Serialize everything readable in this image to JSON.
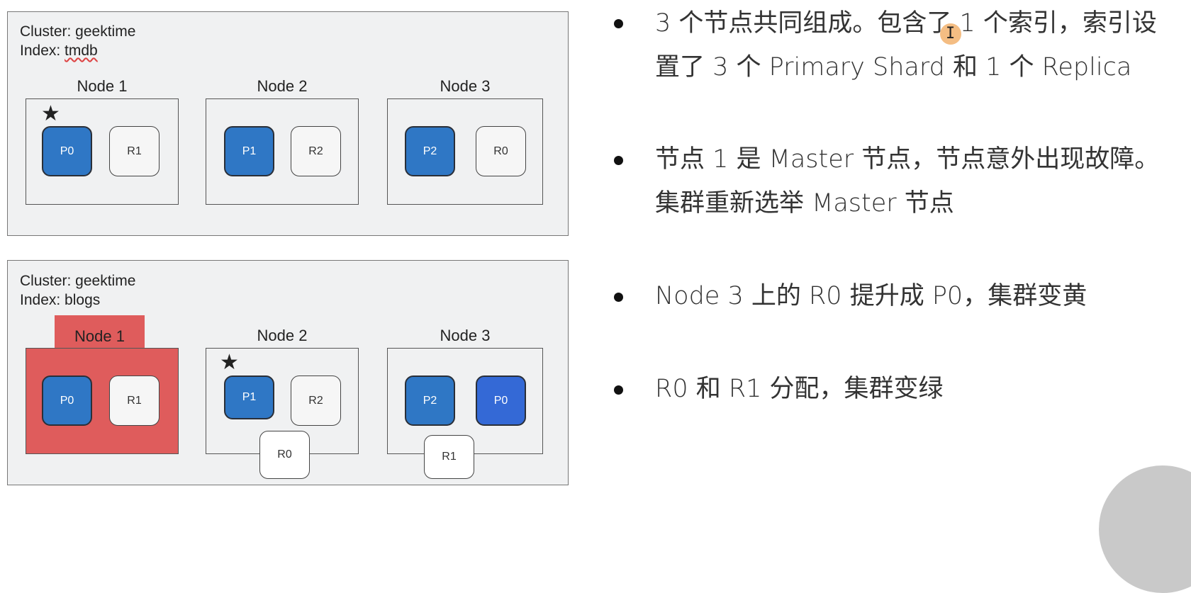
{
  "diagram_top": {
    "cluster_label": "Cluster: geektime",
    "index_prefix": "Index: ",
    "index_name": "tmdb",
    "nodes": [
      {
        "label": "Node 1",
        "shards": [
          "P0",
          "R1"
        ]
      },
      {
        "label": "Node 2",
        "shards": [
          "P1",
          "R2"
        ]
      },
      {
        "label": "Node 3",
        "shards": [
          "P2",
          "R0"
        ]
      }
    ]
  },
  "diagram_bottom": {
    "cluster_label": "Cluster: geektime",
    "index_label": "Index: blogs",
    "nodes": [
      {
        "label": "Node 1",
        "shards": [
          "P0",
          "R1"
        ],
        "status": "failed"
      },
      {
        "label": "Node 2",
        "shards": [
          "P1",
          "R2"
        ],
        "extra_shard": "R0"
      },
      {
        "label": "Node 3",
        "shards": [
          "P2",
          "P0"
        ],
        "extra_shard": "R1"
      }
    ]
  },
  "bullets": [
    "3 个节点共同组成。包含了 1 个索引，索引设置了 3 个 Primary Shard 和 1 个 Replica",
    "节点 1 是 Master 节点，节点意外出现故障。集群重新选举 Master 节点",
    "Node 3 上的 R0 提升成 P0，集群变黄",
    "R0 和 R1 分配，集群变绿"
  ],
  "colors": {
    "primary_shard": "#2f77c5",
    "promoted_primary": "#3469d6",
    "failed_node": "#df5c5c",
    "panel_bg": "#f0f1f2"
  },
  "icons": {
    "master": "star-icon",
    "cursor": "text-cursor-icon"
  }
}
